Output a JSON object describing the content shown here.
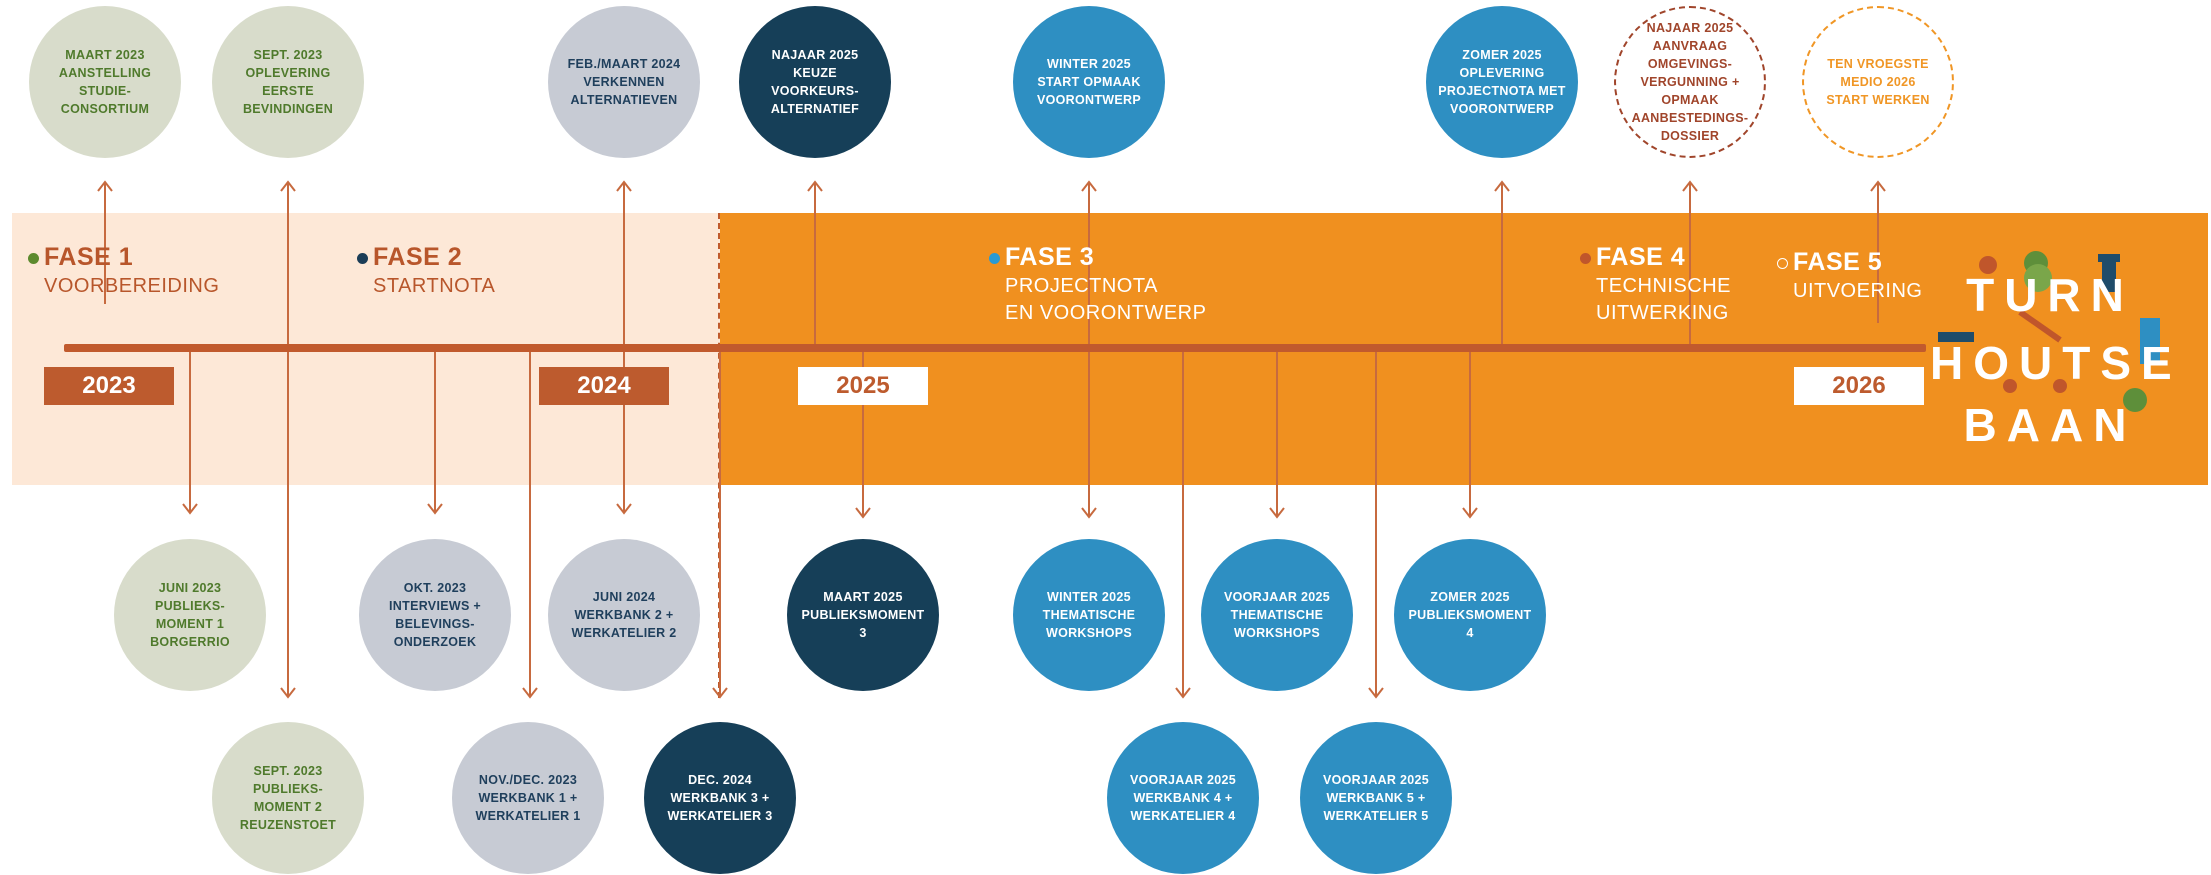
{
  "colors": {
    "band_light": "#fde8d7",
    "band_dark": "#f0901f",
    "timeline": "#c15a2d",
    "phase_text_dark": "#b8562b",
    "phase_text_light": "#ffffff",
    "sage": "#d8dccb",
    "grey": "#c7cbd4",
    "navy": "#163f58",
    "blue": "#2e8fc2"
  },
  "years": [
    "2023",
    "2024",
    "2025",
    "2026"
  ],
  "phases": [
    {
      "number": "FASE 1",
      "lines": [
        "VOORBEREIDING"
      ]
    },
    {
      "number": "FASE 2",
      "lines": [
        "STARTNOTA"
      ]
    },
    {
      "number": "FASE 3",
      "lines": [
        "PROJECTNOTA",
        "EN VOORONTWERP"
      ]
    },
    {
      "number": "FASE 4",
      "lines": [
        "TECHNISCHE",
        "UITWERKING"
      ]
    },
    {
      "number": "FASE 5",
      "lines": [
        "UITVOERING"
      ]
    }
  ],
  "milestones": [
    {
      "style": "sage",
      "date": "MAART 2023",
      "lines": [
        "AANSTELLING",
        "STUDIE-",
        "CONSORTIUM"
      ]
    },
    {
      "style": "sage",
      "date": "SEPT. 2023",
      "lines": [
        "OPLEVERING",
        "EERSTE",
        "BEVINDINGEN"
      ]
    },
    {
      "style": "grey",
      "date": "FEB./MAART 2024",
      "lines": [
        "VERKENNEN",
        "ALTERNATIEVEN"
      ]
    },
    {
      "style": "navy",
      "date": "NAJAAR 2025",
      "lines": [
        "KEUZE VOORKEURS-",
        "ALTERNATIEF"
      ]
    },
    {
      "style": "blue",
      "date": "WINTER 2025",
      "lines": [
        "START OPMAAK",
        "VOORONTWERP"
      ]
    },
    {
      "style": "blue",
      "date": "ZOMER 2025",
      "lines": [
        "OPLEVERING",
        "PROJECTNOTA MET",
        "VOORONTWERP"
      ]
    },
    {
      "style": "dash-red",
      "date": "NAJAAR 2025",
      "lines": [
        "AANVRAAG",
        "OMGEVINGS-",
        "VERGUNNING +",
        "OPMAAK",
        "AANBESTEDINGS-",
        "DOSSIER"
      ]
    },
    {
      "style": "dash-orange",
      "date": "TEN VROEGSTE",
      "lines": [
        "MEDIO 2026",
        "START WERKEN"
      ]
    },
    {
      "style": "sage",
      "date": "JUNI 2023",
      "lines": [
        "PUBLIEKS-",
        "MOMENT 1",
        "BORGERRIO"
      ]
    },
    {
      "style": "grey",
      "date": "OKT. 2023",
      "lines": [
        "INTERVIEWS +",
        "BELEVINGS-",
        "ONDERZOEK"
      ]
    },
    {
      "style": "grey",
      "date": "JUNI 2024",
      "lines": [
        "WERKBANK 2 +",
        "WERKATELIER 2"
      ]
    },
    {
      "style": "navy",
      "date": "MAART 2025",
      "lines": [
        "PUBLIEKSMOMENT 3"
      ]
    },
    {
      "style": "blue",
      "date": "WINTER 2025",
      "lines": [
        "THEMATISCHE",
        "WORKSHOPS"
      ]
    },
    {
      "style": "blue",
      "date": "VOORJAAR 2025",
      "lines": [
        "THEMATISCHE",
        "WORKSHOPS"
      ]
    },
    {
      "style": "blue",
      "date": "ZOMER 2025",
      "lines": [
        "PUBLIEKSMOMENT 4"
      ]
    },
    {
      "style": "sage",
      "date": "SEPT. 2023",
      "lines": [
        "PUBLIEKS-",
        "MOMENT 2",
        "REUZENSTOET"
      ]
    },
    {
      "style": "grey",
      "date": "NOV./DEC. 2023",
      "lines": [
        "WERKBANK 1 +",
        "WERKATELIER 1"
      ]
    },
    {
      "style": "navy",
      "date": "DEC. 2024",
      "lines": [
        "WERKBANK 3 +",
        "WERKATELIER 3"
      ]
    },
    {
      "style": "blue",
      "date": "VOORJAAR 2025",
      "lines": [
        "WERKBANK 4 +",
        "WERKATELIER 4"
      ]
    },
    {
      "style": "blue",
      "date": "VOORJAAR 2025",
      "lines": [
        "WERKBANK 5 +",
        "WERKATELIER 5"
      ]
    }
  ],
  "logo": {
    "lines": [
      "TURN",
      "HOUTSE",
      "BAAN"
    ]
  }
}
